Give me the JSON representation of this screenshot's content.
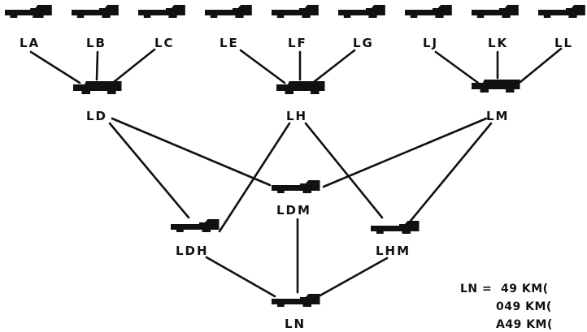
{
  "nodes": {
    "LA": "LA",
    "LB": "LB",
    "LC": "LC",
    "LE": "LE",
    "LF": "LF",
    "LG": "LG",
    "LJ": "LJ",
    "LK": "LK",
    "LL": "LL",
    "LD": "LD",
    "LH": "LH",
    "LM": "LM",
    "LDM": "LDM",
    "LDH": "LDH",
    "LHM": "LHM",
    "LN": "LN"
  },
  "legend": {
    "line1": "LN =  49 KM(",
    "line2": "049 KM(",
    "line3": "A49 KM("
  },
  "colors": {
    "ink": "#111111",
    "background": "#ffffff"
  },
  "icon": "truck-icon"
}
